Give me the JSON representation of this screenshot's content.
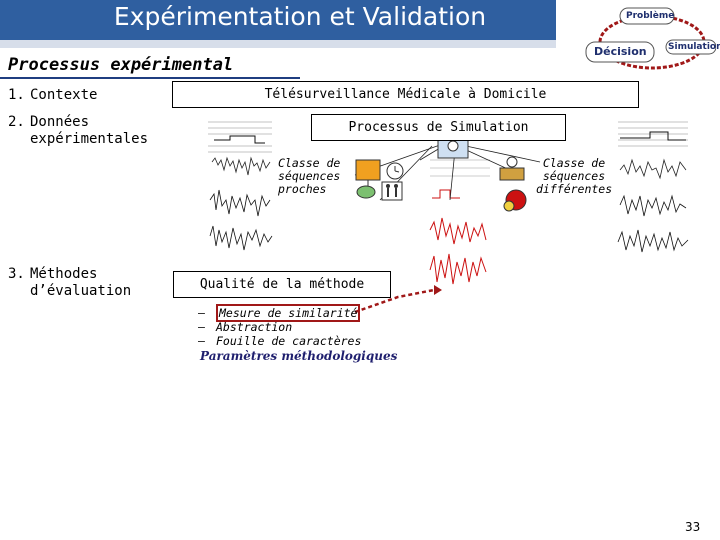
{
  "header": {
    "title": "Expérimentation et Validation"
  },
  "logo": {
    "problem": "Problème",
    "simulation": "Simulation",
    "decision": "Décision"
  },
  "subtitle": "Processus expérimental",
  "sections": [
    {
      "num": "1.",
      "line1": "Contexte",
      "line2": ""
    },
    {
      "num": "2.",
      "line1": "Données",
      "line2": "expérimentales"
    },
    {
      "num": "3.",
      "line1": "Méthodes",
      "line2": "d’évaluation"
    }
  ],
  "diagram": {
    "context_box": "Télésurveillance Médicale à Domicile",
    "simulation_box": "Processus de Simulation",
    "class_near": [
      "Classe de",
      "séquences",
      "proches"
    ],
    "class_far": [
      "Classe de",
      "séquences",
      "différentes"
    ],
    "quality_box": "Qualité de la méthode",
    "bullets": [
      "Mesure de similarité",
      "Abstraction",
      "Fouille de caractères"
    ],
    "bullet_dash": "—",
    "params": "Paramètres méthodologiques",
    "colors": {
      "accent_red": "#a01818",
      "title_blue": "#2f5fa0",
      "signal_red": "#cc1111"
    }
  },
  "footer": {
    "page": "33"
  }
}
